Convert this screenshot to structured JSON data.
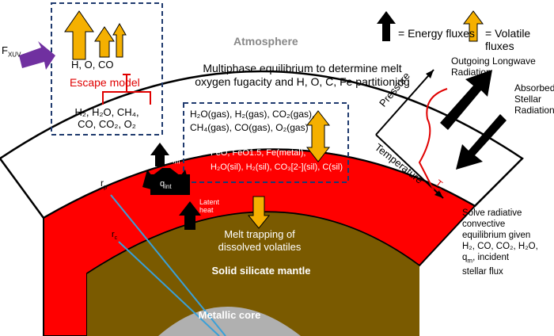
{
  "legend": {
    "energy_label": "= Energy fluxes",
    "volatile_label": "= Volatile fluxes",
    "energy_color": "#000000",
    "volatile_color": "#f5b000"
  },
  "colors": {
    "atmosphere": "#ffffff",
    "melt": "#ff0000",
    "mantle": "#7a5a00",
    "core": "#b0b0b0",
    "escape_box": "#1f3a6e",
    "arrow_purple": "#7030a0",
    "radius_line": "#3aa0d8",
    "temp_curve": "#e00000"
  },
  "fxuv": {
    "main": "F",
    "sub": "XUV"
  },
  "atmosphere_label": "Atmosphere",
  "multiphase": {
    "line1": "Multiphase equilibrium to determine melt",
    "line2": "oxygen fugacity and H, O, C, Fe partitioning"
  },
  "escape": {
    "species_top": "H,   O,  CO",
    "title": "Escape model",
    "species_line1": "H₂, H₂O, CH₄,",
    "species_line2": "CO, CO₂, O₂"
  },
  "gas_box": {
    "line1": "H₂O(gas), H₂(gas), CO₂(gas),",
    "line2": "CH₄(gas), CO(gas), O₂(gas)",
    "melt_line1": "FeO, FeO1.5, Fe(metal),",
    "melt_line2": "H₂O(sil), H₂(sil), CO₃[2-](sil), C(sil)"
  },
  "fluxes": {
    "qm": "q",
    "qm_sub": "m",
    "qint": "q",
    "qint_sub": "int",
    "latent_line1": "Latent",
    "latent_line2": "heat"
  },
  "radii": {
    "rp": "r",
    "rp_sub": "p",
    "rc": "r",
    "rc_sub": "c"
  },
  "melt_trapping": {
    "line1": "Melt trapping of",
    "line2": "dissolved volatiles"
  },
  "mantle_label": "Solid silicate mantle",
  "core_label": "Metallic core",
  "pt": {
    "pressure": "Pressure",
    "temperature": "Temperature",
    "tsurf": "T",
    "tsurf_sub": "surf"
  },
  "olr": {
    "line1": "Outgoing Longwave",
    "line2": "Radiation"
  },
  "asr": {
    "line1": "Absorbed",
    "line2": "Stellar",
    "line3": "Radiation"
  },
  "solve": {
    "line1": "Solve radiative",
    "line2": "convective",
    "line3": "equilibrium given",
    "line4": "H₂, CO, CO₂, H₂O,",
    "line5": "q",
    "line5_sub": "m",
    "line5_rest": ", incident",
    "line6": "stellar flux"
  }
}
